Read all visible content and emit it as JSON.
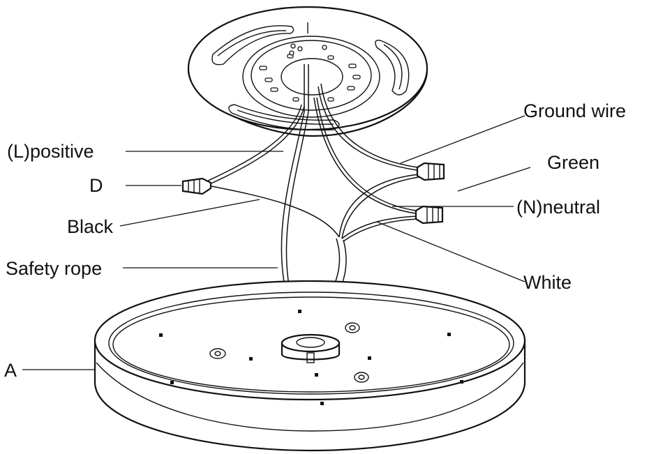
{
  "labels": {
    "ground_wire": "Ground wire",
    "green": "Green",
    "positive": "(L)positive",
    "d": "D",
    "neutral": "(N)neutral",
    "black": "Black",
    "safety_rope": "Safety rope",
    "white": "White",
    "a": "A"
  },
  "colors": {
    "line": "#111111",
    "background": "#ffffff"
  }
}
